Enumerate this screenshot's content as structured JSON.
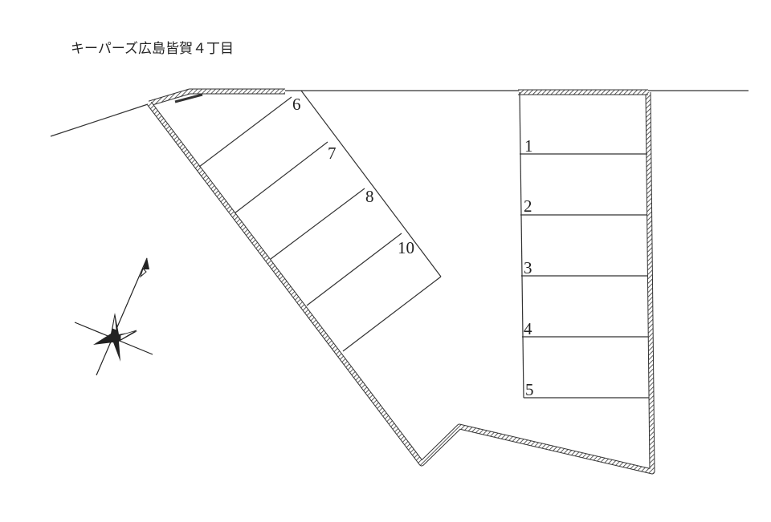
{
  "title": "キーパーズ広島皆賀４丁目",
  "spaces": [
    {
      "number": "1"
    },
    {
      "number": "2"
    },
    {
      "number": "3"
    },
    {
      "number": "4"
    },
    {
      "number": "5"
    },
    {
      "number": "6"
    },
    {
      "number": "7"
    },
    {
      "number": "8"
    },
    {
      "number": "10"
    }
  ],
  "compass": {
    "icon": "north-arrow-compass-icon"
  }
}
